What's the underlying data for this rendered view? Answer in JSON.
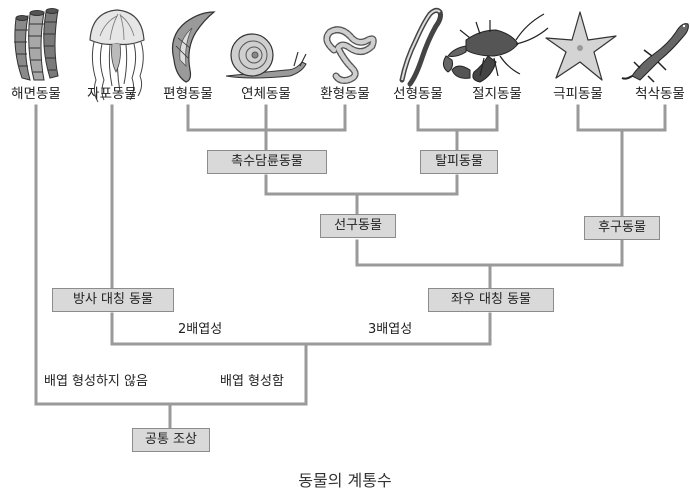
{
  "animals": [
    {
      "label": "해면동물",
      "icon": "sponge-icon"
    },
    {
      "label": "자포동물",
      "icon": "jellyfish-icon"
    },
    {
      "label": "편형동물",
      "icon": "flatworm-icon"
    },
    {
      "label": "연체동물",
      "icon": "snail-icon"
    },
    {
      "label": "환형동물",
      "icon": "earthworm-icon"
    },
    {
      "label": "선형동물",
      "icon": "roundworm-icon"
    },
    {
      "label": "절지동물",
      "icon": "lobster-icon"
    },
    {
      "label": "극피동물",
      "icon": "starfish-icon"
    },
    {
      "label": "척삭동물",
      "icon": "lizard-icon"
    }
  ],
  "clades": {
    "lophotrochozoa": "촉수담륜동물",
    "ecdysozoa": "탈피동물",
    "protostome": "선구동물",
    "deuterostome": "후구동물",
    "radial": "방사 대칭 동물",
    "bilateral": "좌우 대칭 동물",
    "ancestor": "공통 조상"
  },
  "annotations": {
    "diploblastic": "2배엽성",
    "triploblastic": "3배엽성",
    "no_germ_layers": "배엽 형성하지 않음",
    "germ_layers": "배엽 형성함"
  },
  "caption": "동물의 계통수"
}
